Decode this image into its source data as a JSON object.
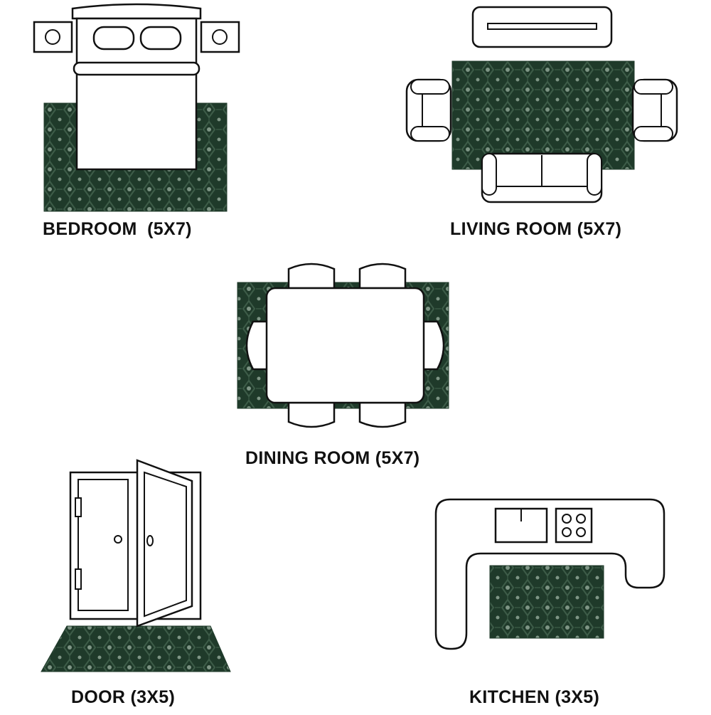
{
  "labels": {
    "bedroom": "BEDROOM  (5X7)",
    "living_room": "LIVING ROOM (5X7)",
    "dining_room": "DINING ROOM (5X7)",
    "door": "DOOR (3X5)",
    "kitchen": "KITCHEN (3X5)"
  },
  "colors": {
    "rug": "#1f3a2a",
    "rug_pattern": "#3d5c48",
    "rug_highlight": "#7e9585",
    "outline": "#111111",
    "background": "#ffffff"
  }
}
